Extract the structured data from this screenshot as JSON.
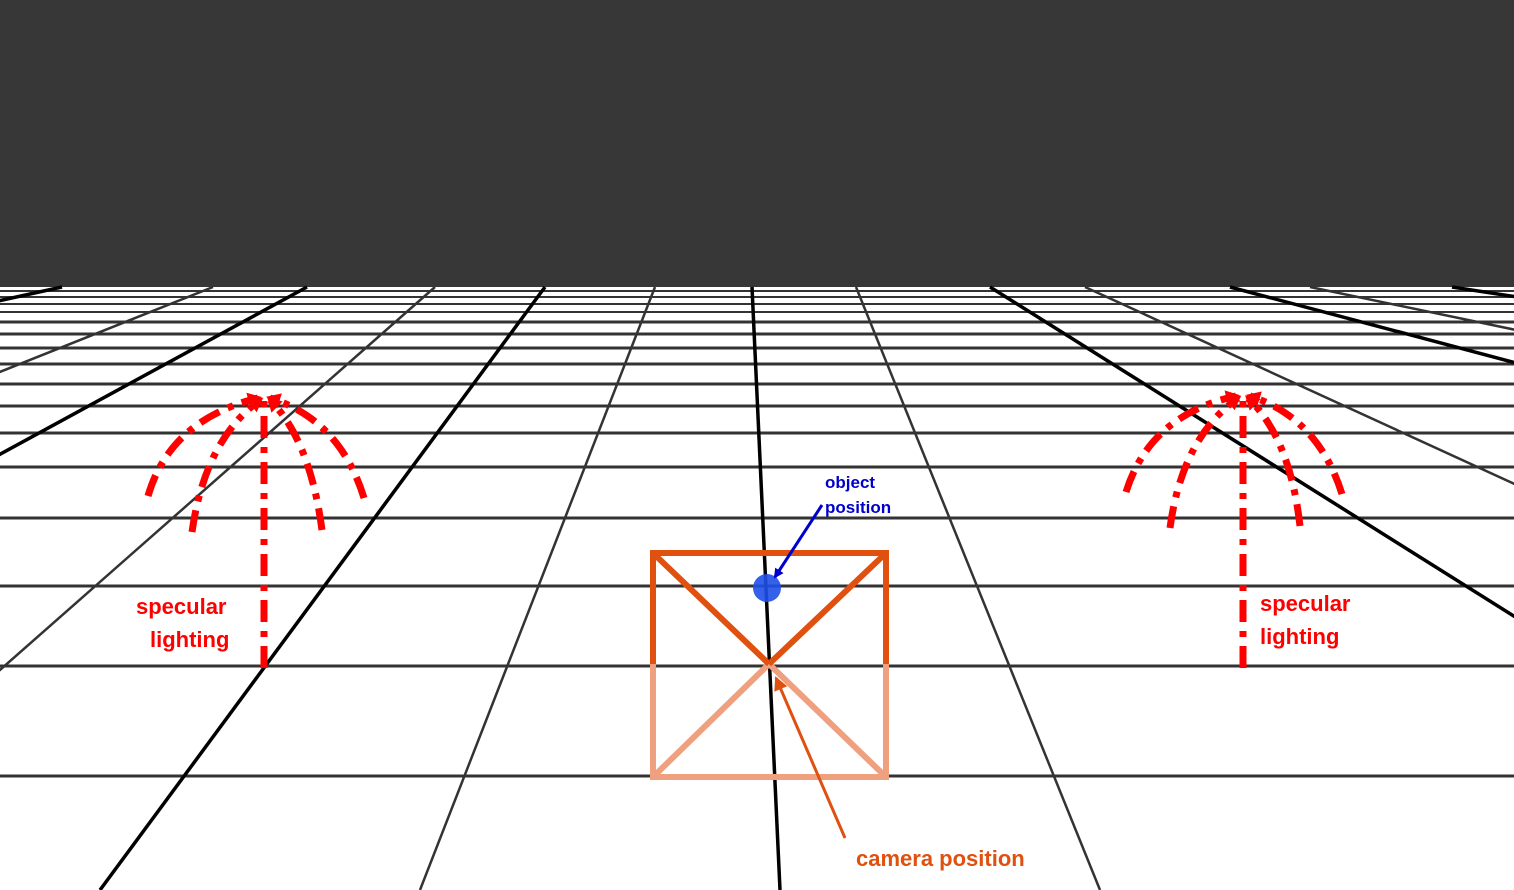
{
  "colors": {
    "sky": "#373737",
    "floor": "#ffffff",
    "grid_major": "#000000",
    "grid_minor": "#333333",
    "specular": "#ff0000",
    "camera_frame": "#e0500f",
    "camera_frame_light": "#eea07f",
    "object_dot": "#1f4fe8",
    "object_label": "#0000cc",
    "camera_label": "#e0500f"
  },
  "labels": {
    "specular_left_line1": "specular",
    "specular_left_line2": "lighting",
    "specular_right_line1": "specular",
    "specular_right_line2": "lighting",
    "object_line1": "object",
    "object_line2": "position",
    "camera": "camera position"
  }
}
